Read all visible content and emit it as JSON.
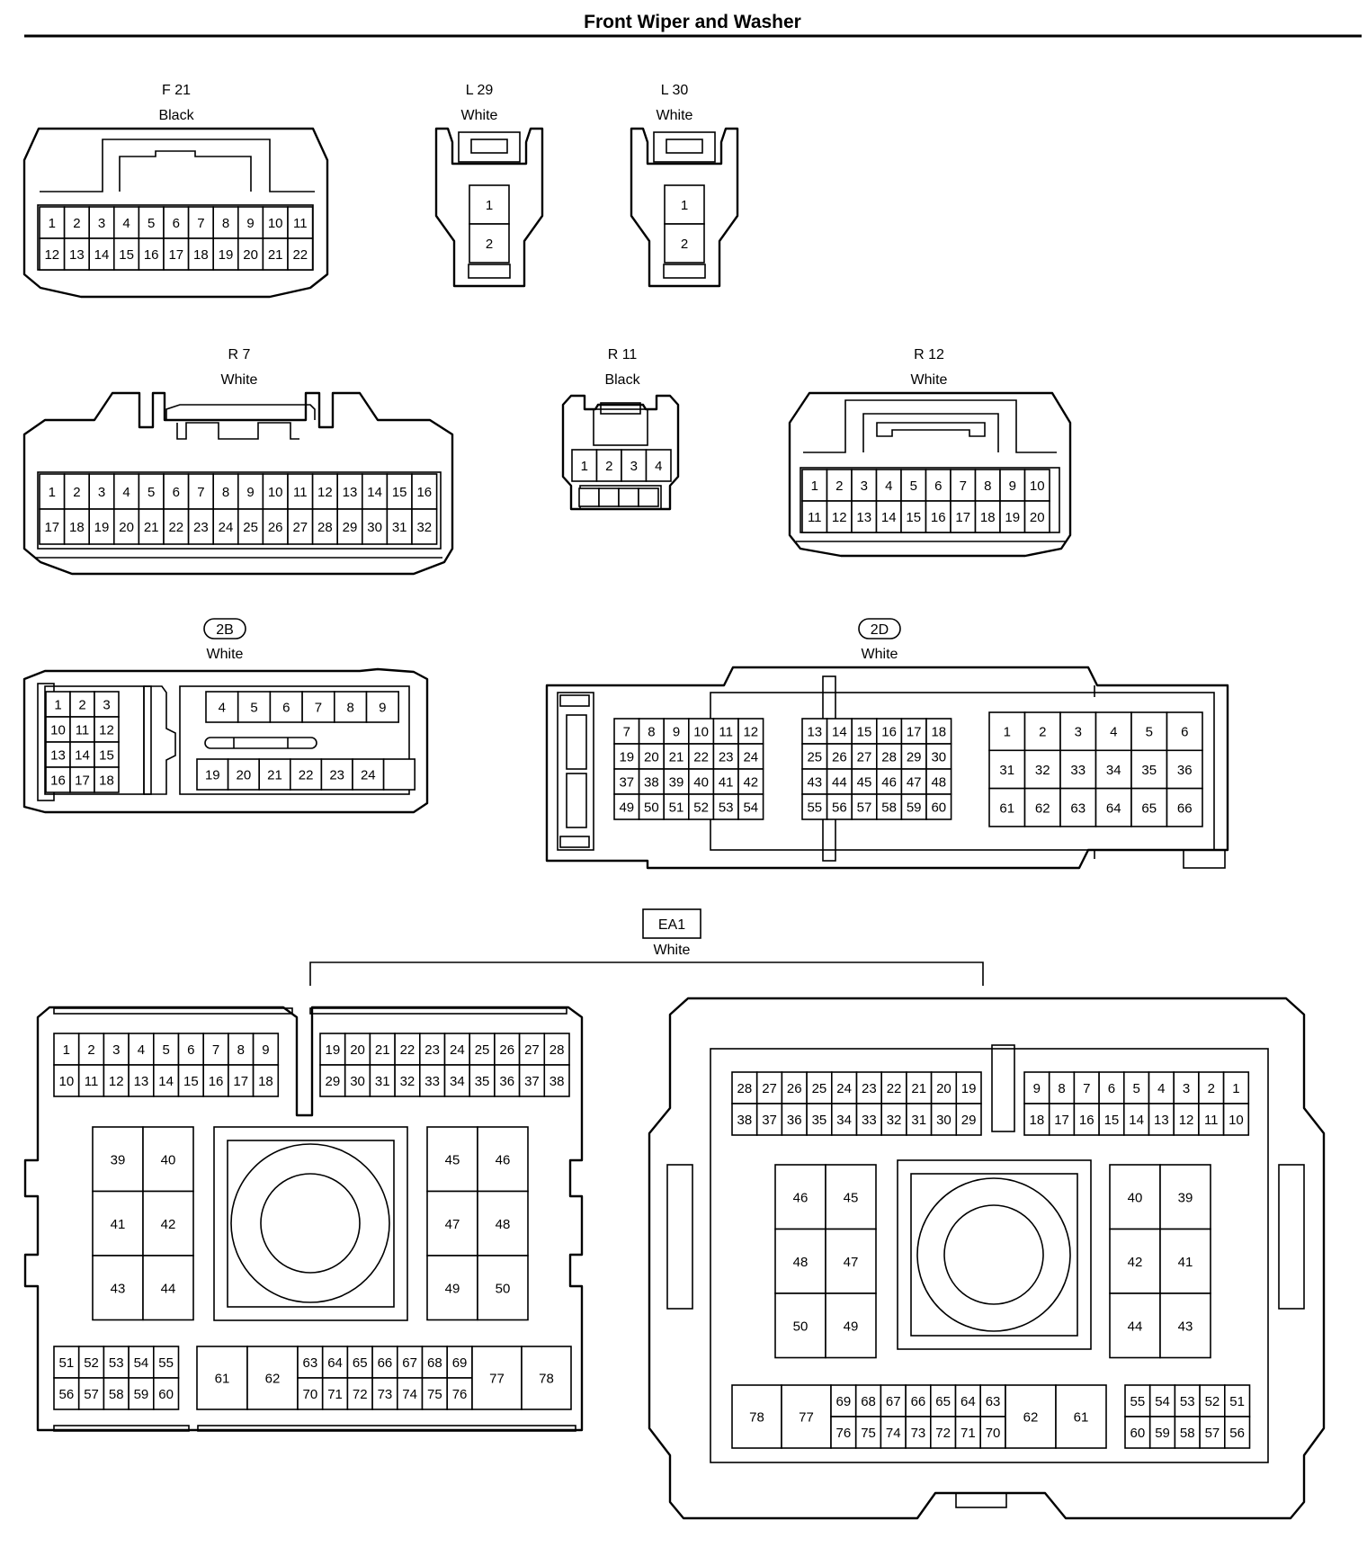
{
  "title": "Front Wiper and Washer",
  "connectors": {
    "F21": {
      "code": "F 21",
      "color": "Black",
      "rows": [
        [
          1,
          2,
          3,
          4,
          5,
          6,
          7,
          8,
          9,
          10,
          11
        ],
        [
          12,
          13,
          14,
          15,
          16,
          17,
          18,
          19,
          20,
          21,
          22
        ]
      ]
    },
    "L29": {
      "code": "L 29",
      "color": "White",
      "pins": [
        1,
        2
      ]
    },
    "L30": {
      "code": "L 30",
      "color": "White",
      "pins": [
        1,
        2
      ]
    },
    "R7": {
      "code": "R 7",
      "color": "White",
      "rows": [
        [
          1,
          2,
          3,
          4,
          5,
          6,
          7,
          8,
          9,
          10,
          11,
          12,
          13,
          14,
          15,
          16
        ],
        [
          17,
          18,
          19,
          20,
          21,
          22,
          23,
          24,
          25,
          26,
          27,
          28,
          29,
          30,
          31,
          32
        ]
      ]
    },
    "R11": {
      "code": "R 11",
      "color": "Black",
      "pins": [
        1,
        2,
        3,
        4
      ]
    },
    "R12": {
      "code": "R 12",
      "color": "White",
      "rows": [
        [
          1,
          2,
          3,
          4,
          5,
          6,
          7,
          8,
          9,
          10
        ],
        [
          11,
          12,
          13,
          14,
          15,
          16,
          17,
          18,
          19,
          20
        ]
      ]
    },
    "C2B": {
      "code": "2B",
      "color": "White",
      "left_rows": [
        [
          1,
          2,
          3
        ],
        [
          10,
          11,
          12
        ],
        [
          13,
          14,
          15
        ],
        [
          16,
          17,
          18
        ]
      ],
      "top_row": [
        4,
        5,
        6,
        7,
        8,
        9
      ],
      "bottom_row": [
        19,
        20,
        21,
        22,
        23,
        24
      ]
    },
    "C2D": {
      "code": "2D",
      "color": "White",
      "blockA": [
        [
          7,
          8,
          9,
          10,
          11,
          12
        ],
        [
          19,
          20,
          21,
          22,
          23,
          24
        ],
        [
          37,
          38,
          39,
          40,
          41,
          42
        ],
        [
          49,
          50,
          51,
          52,
          53,
          54
        ]
      ],
      "blockB": [
        [
          13,
          14,
          15,
          16,
          17,
          18
        ],
        [
          25,
          26,
          27,
          28,
          29,
          30
        ],
        [
          43,
          44,
          45,
          46,
          47,
          48
        ],
        [
          55,
          56,
          57,
          58,
          59,
          60
        ]
      ],
      "blockC": [
        [
          1,
          2,
          3,
          4,
          5,
          6
        ],
        [
          31,
          32,
          33,
          34,
          35,
          36
        ],
        [
          61,
          62,
          63,
          64,
          65,
          66
        ]
      ]
    },
    "EA1": {
      "code": "EA1",
      "color": "White",
      "left": {
        "top1": [
          [
            1,
            2,
            3,
            4,
            5,
            6,
            7,
            8,
            9
          ],
          [
            10,
            11,
            12,
            13,
            14,
            15,
            16,
            17,
            18
          ]
        ],
        "top2": [
          [
            19,
            20,
            21,
            22,
            23,
            24,
            25,
            26,
            27,
            28
          ],
          [
            29,
            30,
            31,
            32,
            33,
            34,
            35,
            36,
            37,
            38
          ]
        ],
        "bigA": [
          [
            39,
            40
          ],
          [
            41,
            42
          ],
          [
            43,
            44
          ]
        ],
        "bigB": [
          [
            45,
            46
          ],
          [
            47,
            48
          ],
          [
            49,
            50
          ]
        ],
        "bot1": [
          [
            51,
            52,
            53,
            54,
            55
          ],
          [
            56,
            57,
            58,
            59,
            60
          ]
        ],
        "bot2": {
          "left": [
            61,
            62
          ],
          "grid": [
            [
              63,
              64,
              65,
              66,
              67,
              68,
              69
            ],
            [
              70,
              71,
              72,
              73,
              74,
              75,
              76
            ]
          ],
          "right": [
            77,
            78
          ]
        }
      },
      "right": {
        "top1": [
          [
            28,
            27,
            26,
            25,
            24,
            23,
            22,
            21,
            20,
            19
          ],
          [
            38,
            37,
            36,
            35,
            34,
            33,
            32,
            31,
            30,
            29
          ]
        ],
        "top2": [
          [
            9,
            8,
            7,
            6,
            5,
            4,
            3,
            2,
            1
          ],
          [
            18,
            17,
            16,
            15,
            14,
            13,
            12,
            11,
            10
          ]
        ],
        "bigA": [
          [
            46,
            45
          ],
          [
            48,
            47
          ],
          [
            50,
            49
          ]
        ],
        "bigB": [
          [
            40,
            39
          ],
          [
            42,
            41
          ],
          [
            44,
            43
          ]
        ],
        "bot1": {
          "left": [
            78,
            77
          ],
          "grid": [
            [
              69,
              68,
              67,
              66,
              65,
              64,
              63
            ],
            [
              76,
              75,
              74,
              73,
              72,
              71,
              70
            ]
          ],
          "right": [
            62,
            61
          ]
        },
        "bot2": [
          [
            55,
            54,
            53,
            52,
            51
          ],
          [
            60,
            59,
            58,
            57,
            56
          ]
        ]
      }
    }
  }
}
